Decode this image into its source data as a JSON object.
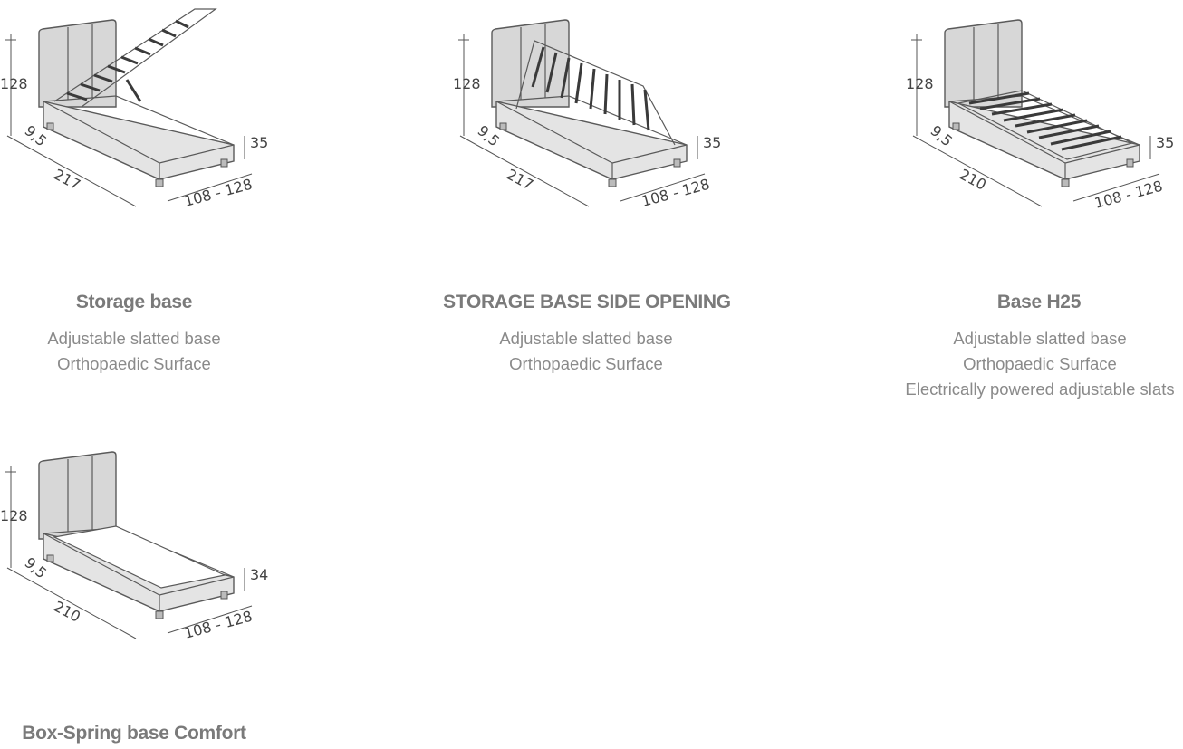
{
  "products": [
    {
      "title": "Storage base",
      "features": [
        "Adjustable slatted base",
        "Orthopaedic Surface"
      ],
      "dimensions": {
        "height": "128",
        "inset": "9,5",
        "length": "217",
        "base_height": "35",
        "width": "108 - 128"
      }
    },
    {
      "title": "STORAGE BASE SIDE OPENING",
      "features": [
        "Adjustable slatted base",
        "Orthopaedic Surface"
      ],
      "dimensions": {
        "height": "128",
        "inset": "9,5",
        "length": "217",
        "base_height": "35",
        "width": "108 - 128"
      }
    },
    {
      "title": "Base H25",
      "features": [
        "Adjustable slatted base",
        "Orthopaedic Surface",
        "Electrically powered adjustable slats"
      ],
      "dimensions": {
        "height": "128",
        "inset": "9,5",
        "length": "210",
        "base_height": "35",
        "width": "108 - 128"
      }
    },
    {
      "title": "Box-Spring base Comfort",
      "features": [],
      "dimensions": {
        "height": "128",
        "inset": "9,5",
        "length": "210",
        "base_height": "34",
        "width": "108 - 128"
      }
    }
  ]
}
